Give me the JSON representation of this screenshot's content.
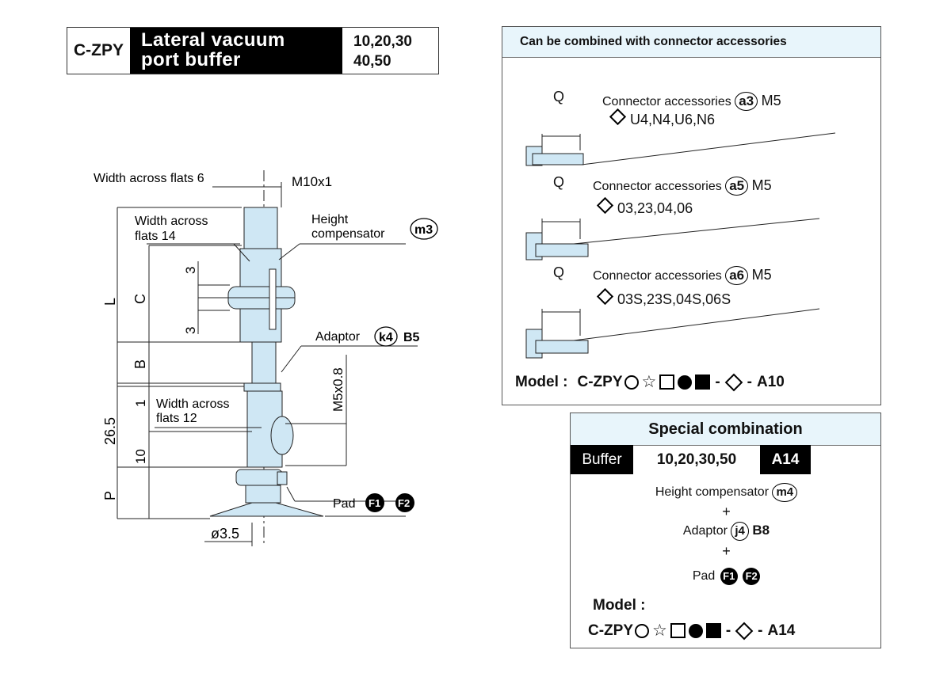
{
  "header": {
    "code": "C-ZPY",
    "title_line1": "Lateral vacuum",
    "title_line2": "port buffer",
    "sizes_line1": "10,20,30",
    "sizes_line2": "40,50"
  },
  "drawing": {
    "width_across_flats_6": "Width across flats 6",
    "m10x1": "M10x1",
    "width_across_flats_14_a": "Width across",
    "width_across_flats_14_b": "flats 14",
    "height_comp_a": "Height",
    "height_comp_b": "compensator",
    "m3": "m3",
    "dim_3_top": "3",
    "dim_3_bottom": "3",
    "dim_L": "L",
    "dim_C": "C",
    "dim_B": "B",
    "dim_1": "1",
    "dim_26_5": "26.5",
    "dim_10": "10",
    "dim_P": "P",
    "adaptor": "Adaptor",
    "k4": "k4",
    "b5": "B5",
    "m5x0_8": "M5x0.8",
    "width_across_flats_12_a": "Width across",
    "width_across_flats_12_b": "flats 12",
    "pad": "Pad",
    "f1": "F1",
    "f2": "F2",
    "dia_3_5": "ø3.5"
  },
  "combinable": {
    "title": "Can be combined with connector accessories",
    "accessories": [
      {
        "q": "Q",
        "label": "Connector accessories",
        "code": "a3",
        "size": "M5",
        "options": "U4,N4,U6,N6"
      },
      {
        "q": "Q",
        "label": "Connector accessories",
        "code": "a5",
        "size": "M5",
        "options": "03,23,04,06"
      },
      {
        "q": "Q",
        "label": "Connector accessories",
        "code": "a6",
        "size": "M5",
        "options": "03S,23S,04S,06S"
      }
    ],
    "model_label": "Model :",
    "model_prefix": "C-ZPY",
    "model_dash1": "-",
    "model_dash2": "-",
    "model_suffix": "A10"
  },
  "special": {
    "title": "Special combination",
    "buffer_label": "Buffer",
    "buffer_sizes": "10,20,30,50",
    "buffer_code": "A14",
    "height_comp": "Height compensator",
    "m4": "m4",
    "plus": "+",
    "adaptor": "Adaptor",
    "j4": "j4",
    "b8": "B8",
    "pad": "Pad",
    "f1": "F1",
    "f2": "F2",
    "model_label": "Model :",
    "model_prefix": "C-ZPY",
    "model_dash1": "-",
    "model_dash2": "-",
    "model_suffix": "A14"
  },
  "colors": {
    "part_fill": "#cfe7f4",
    "header_bg": "#000000",
    "box_head_bg": "#e8f5fb"
  }
}
